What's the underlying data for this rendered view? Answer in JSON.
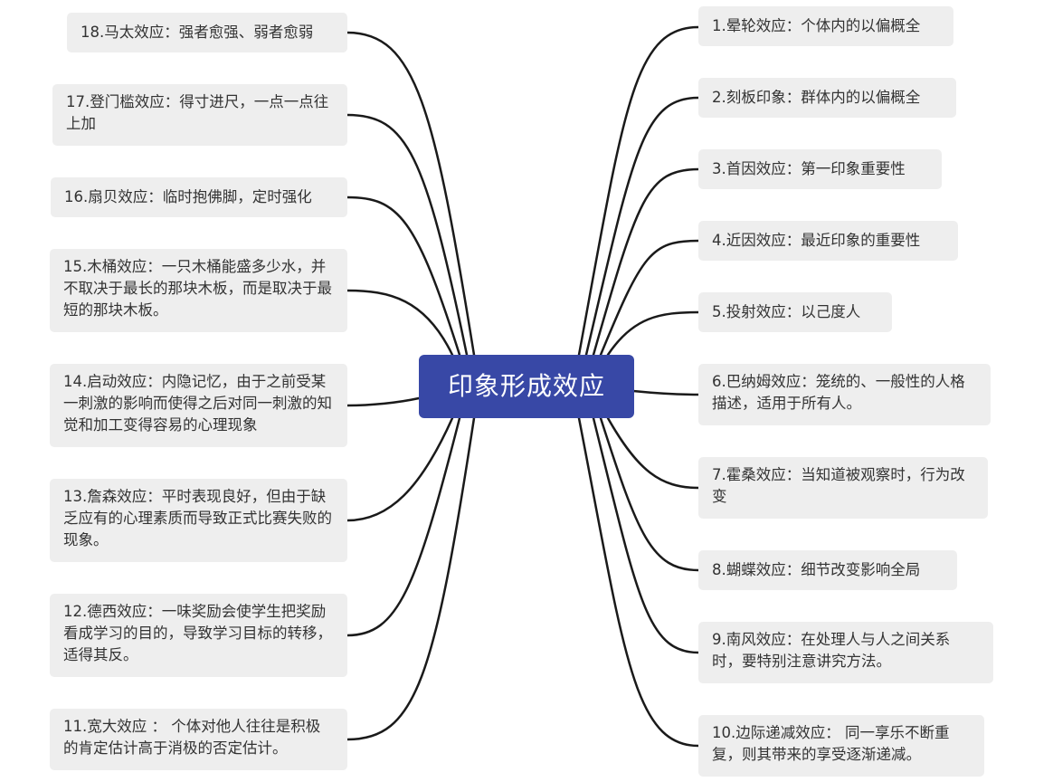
{
  "mindmap": {
    "central": "印象形成效应",
    "right": [
      "1.晕轮效应：个体内的以偏概全",
      "2.刻板印象：群体内的以偏概全",
      "3.首因效应：第一印象重要性",
      "4.近因效应：最近印象的重要性",
      "5.投射效应：以己度人",
      "6.巴纳姆效应：笼统的、一般性的人格描述，适用于所有人。",
      "7.霍桑效应：当知道被观察时，行为改变",
      "8.蝴蝶效应：细节改变影响全局",
      " 9.南风效应：在处理人与人之间关系时，要特别注意讲究方法。",
      "10.边际递减效应： 同一享乐不断重复，则其带来的享受逐渐递减。"
    ],
    "left": [
      "18.马太效应：强者愈强、弱者愈弱",
      "17.登门槛效应：得寸进尺，一点一点往上加",
      "16.扇贝效应：临时抱佛脚，定时强化",
      "15.木桶效应：一只木桶能盛多少水，并不取决于最长的那块木板，而是取决于最短的那块木板。",
      "14.启动效应：内隐记忆，由于之前受某一刺激的影响而使得之后对同一刺激的知觉和加工变得容易的心理现象",
      "13.詹森效应：平时表现良好，但由于缺乏应有的心理素质而导致正式比赛失败的现象。",
      "12.德西效应：一味奖励会使学生把奖励看成学习的目的，导致学习目标的转移，适得其反。",
      "11.宽大效应 ： 个体对他人往往是积极的肯定估计高于消极的否定估计。"
    ]
  }
}
